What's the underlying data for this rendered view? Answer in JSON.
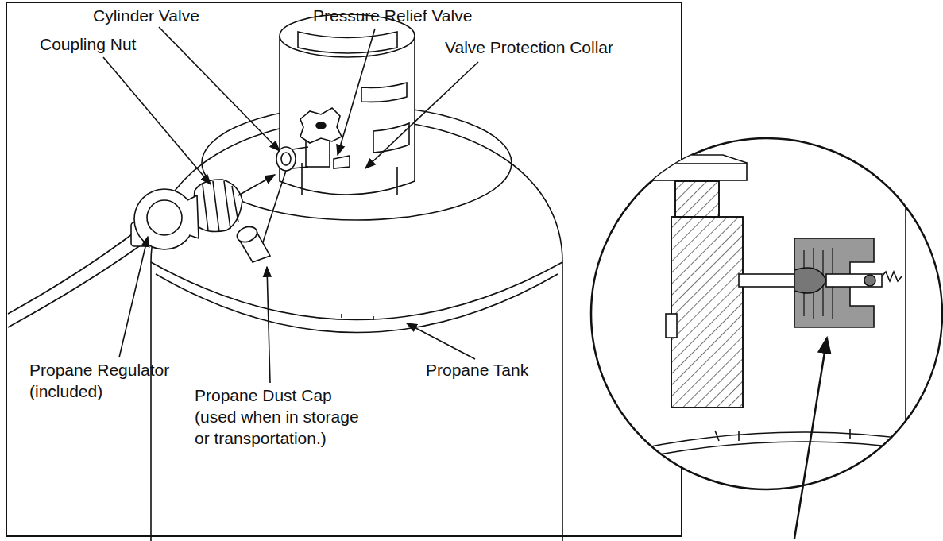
{
  "diagram": {
    "labels": [
      "Cylinder Valve",
      "Pressure Relief Valve",
      "Coupling Nut",
      "Valve Protection Collar",
      "Propane Regulator (included)",
      "Propane Dust Cap (used when in storage or transportation.)",
      "Propane Tank"
    ]
  }
}
